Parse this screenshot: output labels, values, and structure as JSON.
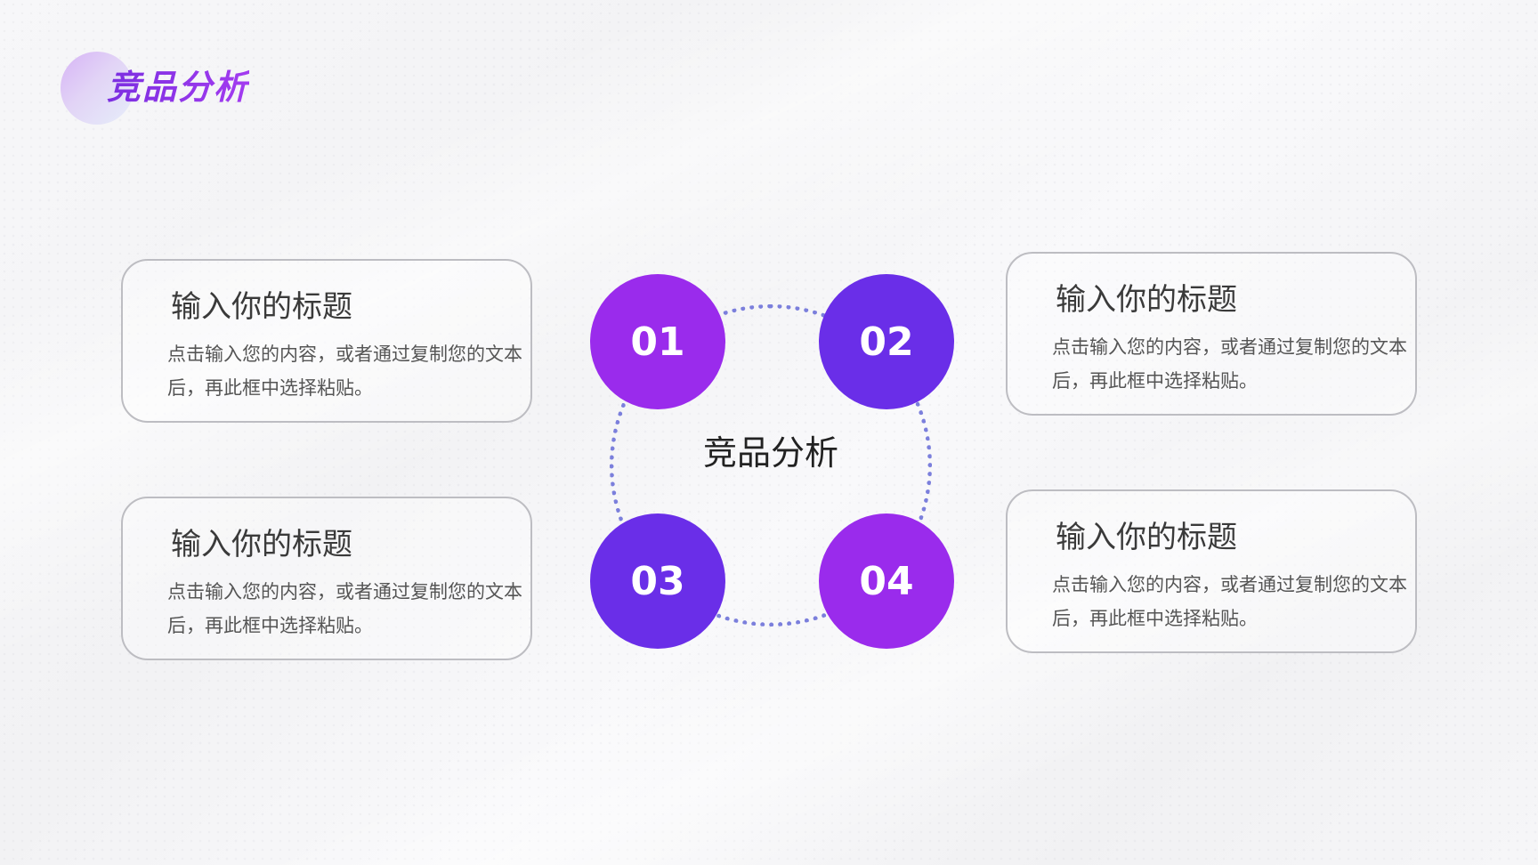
{
  "header": {
    "title": "竞品分析"
  },
  "center": {
    "label": "竞品分析",
    "items": [
      {
        "number": "01",
        "color": "#9a2bec"
      },
      {
        "number": "02",
        "color": "#6a2ee8"
      },
      {
        "number": "03",
        "color": "#6a2ee8"
      },
      {
        "number": "04",
        "color": "#9a2bec"
      }
    ]
  },
  "cards": [
    {
      "title": "输入你的标题",
      "body": "点击输入您的内容，或者通过复制您的文本后，再此框中选择粘贴。"
    },
    {
      "title": "输入你的标题",
      "body": "点击输入您的内容，或者通过复制您的文本后，再此框中选择粘贴。"
    },
    {
      "title": "输入你的标题",
      "body": "点击输入您的内容，或者通过复制您的文本后，再此框中选择粘贴。"
    },
    {
      "title": "输入你的标题",
      "body": "点击输入您的内容，或者通过复制您的文本后，再此框中选择粘贴。"
    }
  ],
  "colors": {
    "accent_purple": "#9a2bec",
    "accent_indigo": "#6a2ee8",
    "ring": "#7b7fdc"
  }
}
